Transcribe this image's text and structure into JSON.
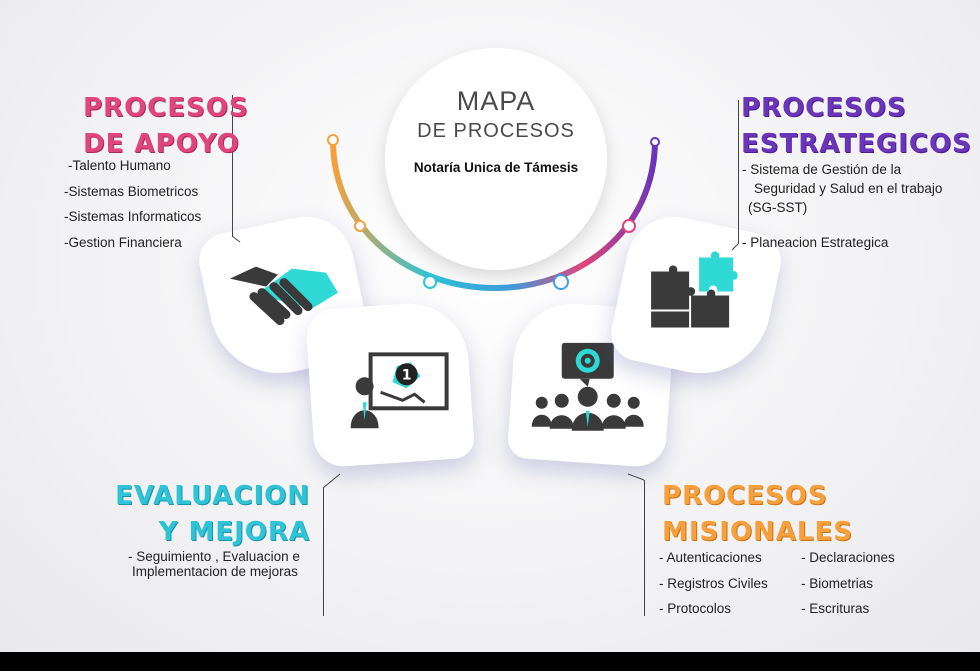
{
  "center": {
    "title_line1": "MAPA",
    "title_line2": "DE PROCESOS",
    "subtitle": "Notaría Unica de Támesis"
  },
  "apoyo": {
    "title_line1": "PROCESOS",
    "title_line2": "DE APOYO",
    "items": [
      "-Talento Humano",
      "-Sistemas Biometricos",
      "-Sistemas Informaticos",
      "-Gestion Financiera"
    ],
    "color": "#e0457b"
  },
  "estrategicos": {
    "title_line1": "PROCESOS",
    "title_line2": "ESTRATEGICOS",
    "items": [
      "- Sistema de Gestión de la",
      "Seguridad y Salud en el trabajo",
      "(SG-SST)",
      "- Planeacion Estrategica"
    ],
    "color": "#6a35b8"
  },
  "evaluacion": {
    "title_line1": "EVALUACION",
    "title_line2": "Y MEJORA",
    "items": [
      "- Seguimiento , Evaluacion e",
      "Implementacion de mejoras"
    ],
    "color": "#2ec3d6"
  },
  "misionales": {
    "title_line1": "PROCESOS",
    "title_line2": "MISIONALES",
    "col1": [
      "- Autenticaciones",
      "- Registros Civiles",
      "- Protocolos"
    ],
    "col2": [
      "- Declaraciones",
      "- Biometrias",
      "- Escrituras"
    ],
    "color": "#f6a03b"
  },
  "icons": {
    "apoyo": "handshake-icon",
    "evaluacion": "presentation-icon",
    "misionales": "team-target-icon",
    "estrategicos": "puzzle-icon"
  },
  "badge": "1"
}
